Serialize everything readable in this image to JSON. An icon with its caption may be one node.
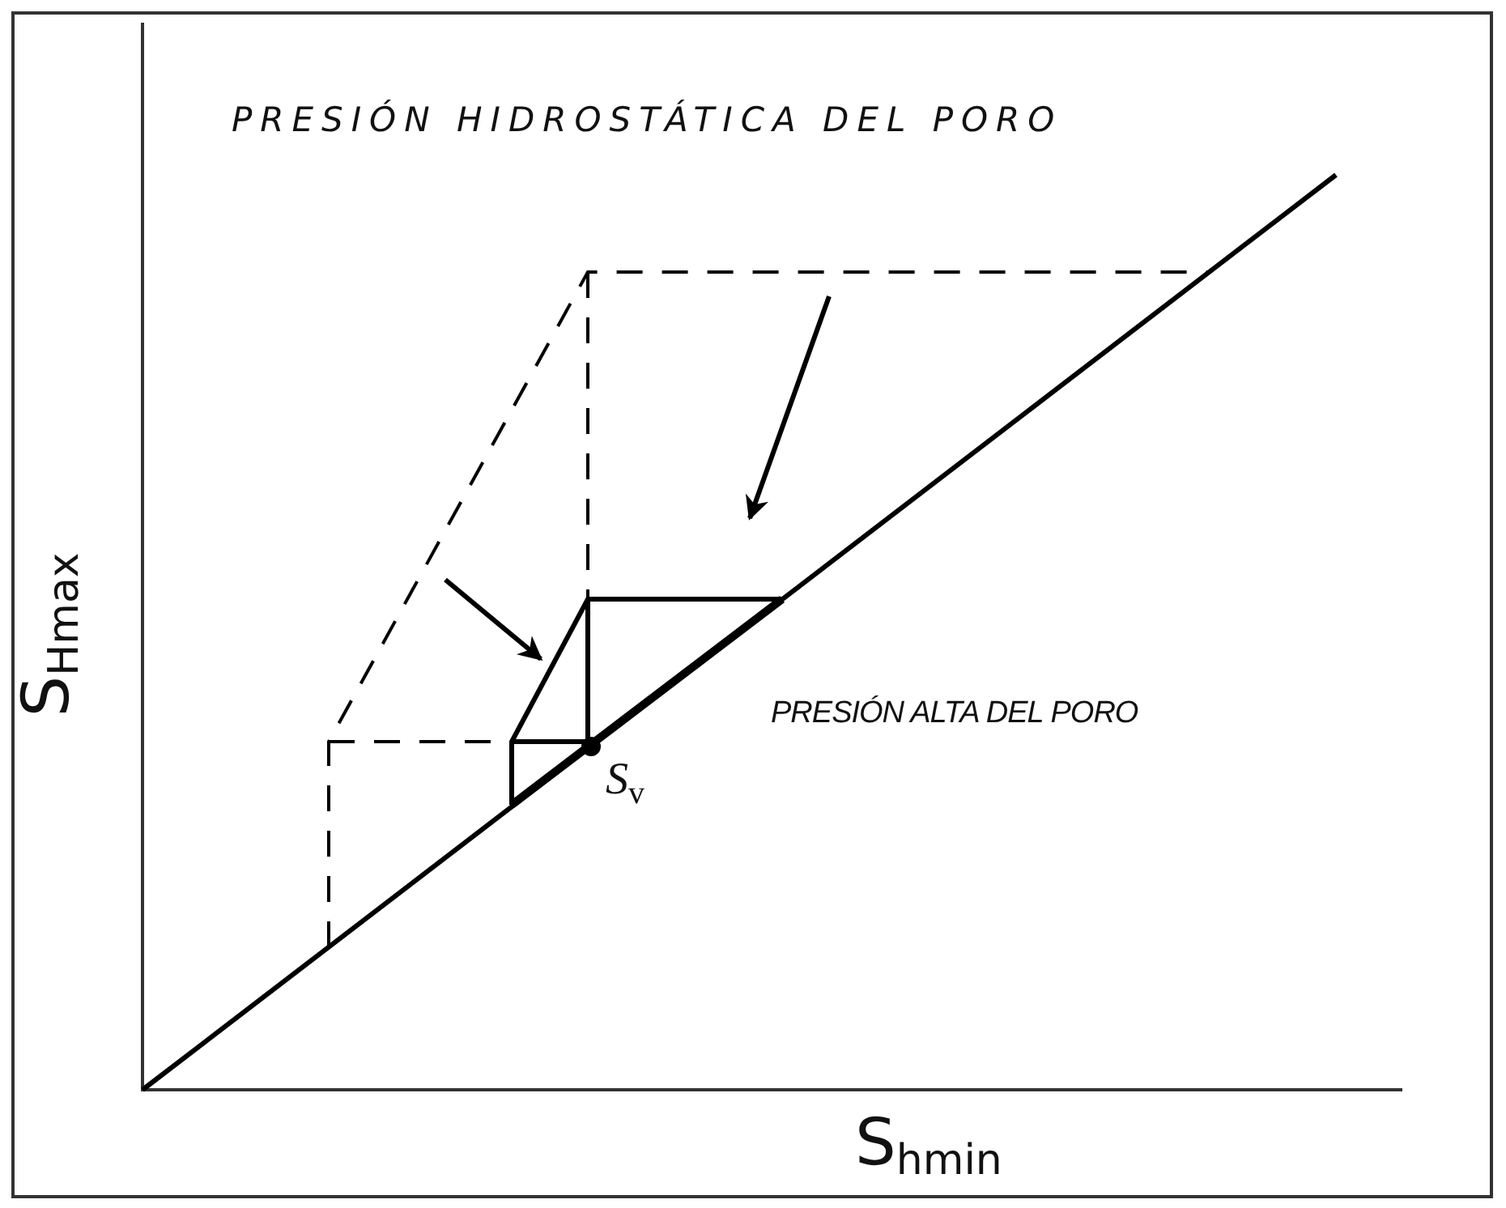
{
  "diagram": {
    "labels": [
      "PRESIÓN HIDROSTÁTICA DEL PORO",
      "PRESIÓN ALTA DEL PORO",
      "S$_{v}$",
      "S$_{Hmax}$",
      "S$_{hmin}$"
    ]
  }
}
